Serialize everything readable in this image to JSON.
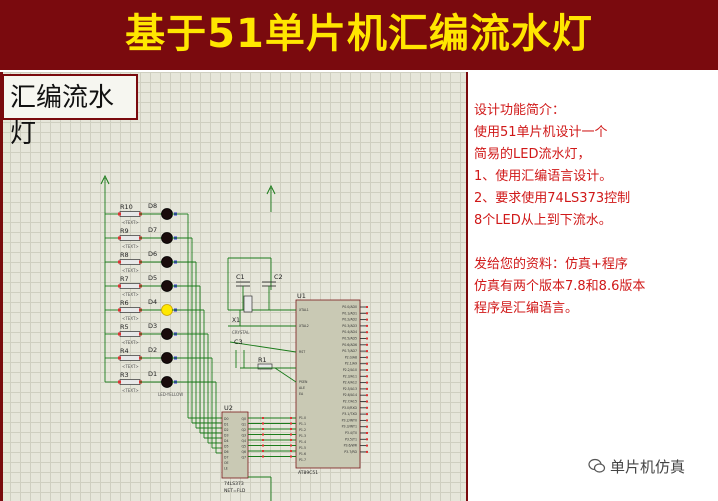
{
  "banner": {
    "title": "基于51单片机汇编流水灯"
  },
  "canvas_label": "汇编流水灯",
  "description": {
    "lines": [
      "设计功能简介：",
      "  使用51单片机设计一个",
      "简易的LED流水灯，",
      "1、使用汇编语言设计。",
      "2、要求使用74LS373控制",
      "8个LED从上到下流水。",
      "",
      "发给您的资料：仿真+程序",
      "仿真有两个版本7.8和8.6版本",
      "程序是汇编语言。"
    ]
  },
  "schematic": {
    "leds": [
      "D8",
      "D7",
      "D6",
      "D5",
      "D4",
      "D3",
      "D2",
      "D1"
    ],
    "resistors": [
      "R10",
      "R9",
      "R8",
      "R7",
      "R6",
      "R5",
      "R4",
      "R3"
    ],
    "led_part": "LED-YELLOW",
    "mcu_ref": "U1",
    "mcu_part": "AT89C51",
    "latch_ref": "U2",
    "latch_part": "74LS373",
    "latch_model": "NET=FLD",
    "caps": [
      "C1",
      "C2",
      "C3"
    ],
    "crystal_ref": "X1",
    "crystal_label": "CRYSTAL",
    "reset_res": "R1",
    "mcu_pins_left": [
      "XTAL1",
      "XTAL2",
      "RST",
      "PSEN",
      "ALE",
      "EA",
      "P1.0",
      "P1.1",
      "P1.2",
      "P1.3",
      "P1.4",
      "P1.5",
      "P1.6",
      "P1.7"
    ],
    "mcu_pins_right": [
      "P0.0/AD0",
      "P0.1/AD1",
      "P0.2/AD2",
      "P0.3/AD3",
      "P0.4/AD4",
      "P0.5/AD5",
      "P0.6/AD6",
      "P0.7/AD7",
      "P2.0/A8",
      "P2.1/A9",
      "P2.2/A10",
      "P2.3/A11",
      "P2.4/A12",
      "P2.5/A13",
      "P2.6/A14",
      "P2.7/A15",
      "P3.0/RXD",
      "P3.1/TXD",
      "P3.2/INT0",
      "P3.3/INT1",
      "P3.4/T0",
      "P3.5/T1",
      "P3.6/WR",
      "P3.7/RD"
    ],
    "latch_pins_left": [
      "D0",
      "D1",
      "D2",
      "D3",
      "D4",
      "D5",
      "D6",
      "D7",
      "OE",
      "LE"
    ],
    "latch_pins_right": [
      "Q0",
      "Q1",
      "Q2",
      "Q3",
      "Q4",
      "Q5",
      "Q6",
      "Q7"
    ]
  },
  "watermark": {
    "text": "单片机仿真"
  },
  "colors": {
    "banner": "#7a0a0e",
    "title": "#ffe600",
    "desc": "#d01818"
  }
}
